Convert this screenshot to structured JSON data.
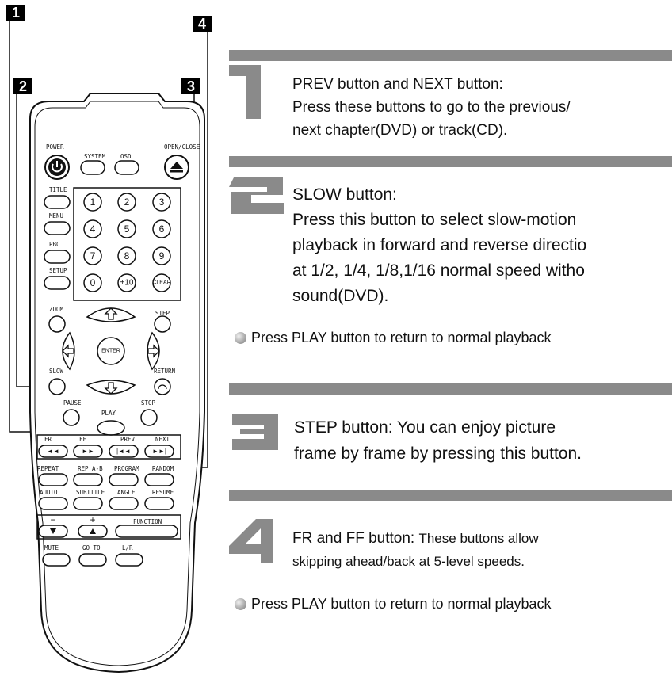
{
  "callouts": [
    "1",
    "2",
    "3",
    "4"
  ],
  "remote": {
    "top_labels": [
      "POWER",
      "SYSTEM",
      "OSD",
      "OPEN/CLOSE"
    ],
    "side_labels": [
      "TITLE",
      "MENU",
      "PBC",
      "SETUP"
    ],
    "keypad": [
      "1",
      "2",
      "3",
      "4",
      "5",
      "6",
      "7",
      "8",
      "9",
      "0",
      "+10",
      "CLEAR"
    ],
    "zoom": "ZOOM",
    "step": "STEP",
    "enter": "ENTER",
    "slow": "SLOW",
    "return": "RETURN",
    "pause": "PAUSE",
    "stop": "STOP",
    "play": "PLAY",
    "transport_labels": [
      "FR",
      "FF",
      "PREV",
      "NEXT"
    ],
    "transport_glyphs": [
      "◄◄",
      "►►",
      "|◄◄",
      "►►|"
    ],
    "row1_labels": [
      "REPEAT",
      "REP A-B",
      "PROGRAM",
      "RANDOM"
    ],
    "row2_labels": [
      "AUDIO",
      "SUBTITLE",
      "ANGLE",
      "RESUME"
    ],
    "volume_labels": [
      "−",
      "+",
      "FUNCTION"
    ],
    "bottom_labels": [
      "MUTE",
      "GO TO",
      "L/R"
    ]
  },
  "sections": [
    {
      "number": "1",
      "lines": [
        "PREV button and NEXT button:",
        "Press these buttons to go to the previous/",
        "next chapter(DVD) or track(CD)."
      ]
    },
    {
      "number": "2",
      "lines": [
        "SLOW button:",
        "Press this button to select slow-motion",
        "playback in forward and reverse directio",
        "at 1/2, 1/4, 1/8,1/16 normal speed witho",
        "sound(DVD)."
      ]
    },
    {
      "number": "3",
      "lines": [
        "STEP button: You can enjoy picture",
        "frame by frame by pressing this button."
      ]
    },
    {
      "number": "4",
      "lead": "FR and FF button: ",
      "rest": "These buttons allow",
      "line2": "skipping ahead/back at 5-level speeds."
    }
  ],
  "notes": [
    "Press PLAY button to return to normal playback",
    "Press PLAY button to return to normal playback"
  ]
}
